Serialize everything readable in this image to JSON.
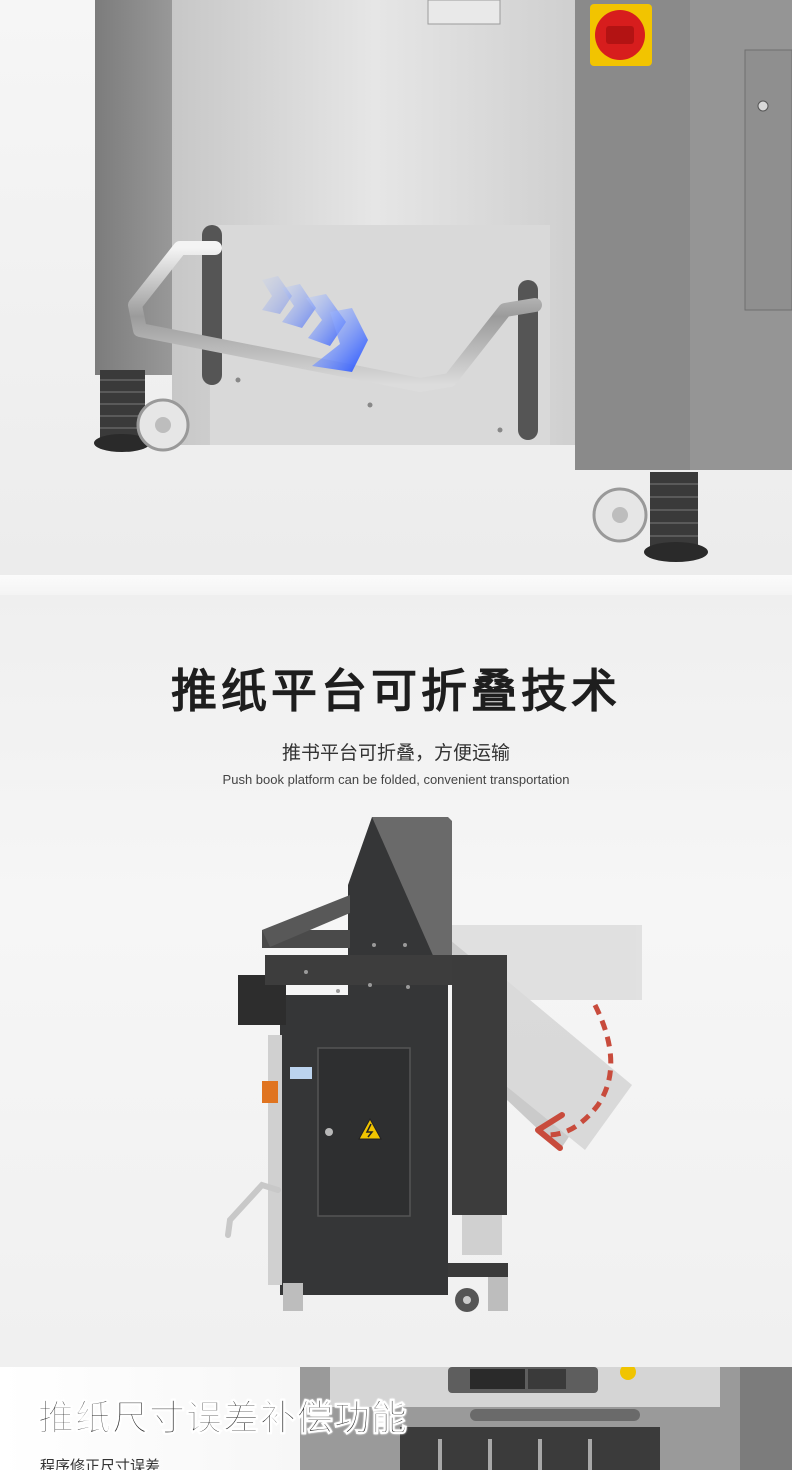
{
  "section_base": {
    "icons": [
      "red-emergency-switch-icon",
      "chevron-arrow-icon"
    ],
    "accent_color": "#2f5bff"
  },
  "section_fold": {
    "title": "推纸平台可折叠技术",
    "subtitle_cn": "推书平台可折叠，方便运输",
    "subtitle_en": "Push book platform can be folded, convenient transportation",
    "warning_icon": "high-voltage-warning-icon",
    "arrow_color": "#c84b3c"
  },
  "section_compensation": {
    "title": "推纸尺寸误差补偿功能",
    "subtitle_cn": "程序修正尺寸误差"
  }
}
